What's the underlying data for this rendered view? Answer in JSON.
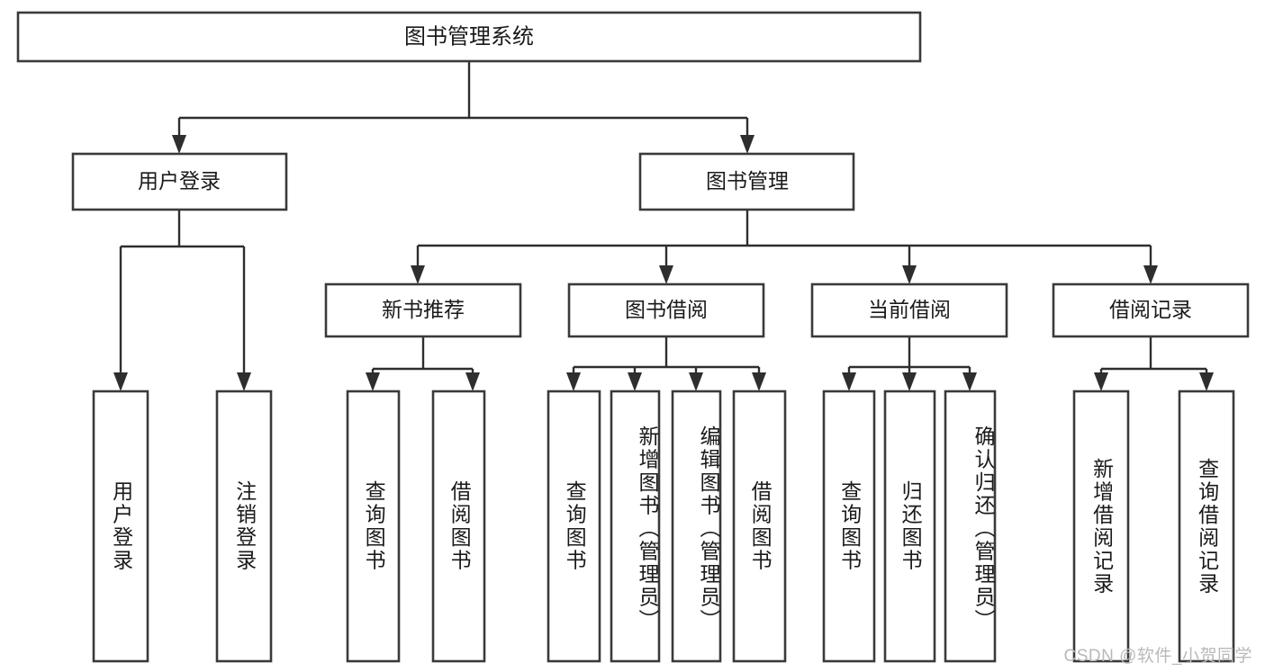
{
  "diagram": {
    "title": "图书管理系统",
    "type": "tree-hierarchy",
    "watermark": "CSDN @软件_小贺同学",
    "root": {
      "id": "root",
      "label": "图书管理系统",
      "orientation": "horizontal"
    },
    "level2": [
      {
        "id": "user-login",
        "label": "用户登录",
        "orientation": "horizontal"
      },
      {
        "id": "book-manage",
        "label": "图书管理",
        "orientation": "horizontal"
      }
    ],
    "level3": [
      {
        "id": "new-book-rec",
        "label": "新书推荐",
        "orientation": "horizontal",
        "parent": "book-manage"
      },
      {
        "id": "book-borrow",
        "label": "图书借阅",
        "orientation": "horizontal",
        "parent": "book-manage"
      },
      {
        "id": "current-borrow",
        "label": "当前借阅",
        "orientation": "horizontal",
        "parent": "book-manage"
      },
      {
        "id": "borrow-record",
        "label": "借阅记录",
        "orientation": "horizontal",
        "parent": "book-manage"
      }
    ],
    "leaves": [
      {
        "id": "leaf-user-login",
        "label": "用户登录",
        "parent": "user-login",
        "orientation": "vertical"
      },
      {
        "id": "leaf-user-logout",
        "label": "注销登录",
        "parent": "user-login",
        "orientation": "vertical"
      },
      {
        "id": "leaf-query-book-1",
        "label": "查询图书",
        "parent": "new-book-rec",
        "orientation": "vertical"
      },
      {
        "id": "leaf-borrow-book-1",
        "label": "借阅图书",
        "parent": "new-book-rec",
        "orientation": "vertical"
      },
      {
        "id": "leaf-query-book-2",
        "label": "查询图书",
        "parent": "book-borrow",
        "orientation": "vertical"
      },
      {
        "id": "leaf-add-book",
        "label": "新增图书（管理员）",
        "parent": "book-borrow",
        "orientation": "vertical"
      },
      {
        "id": "leaf-edit-book",
        "label": "编辑图书（管理员）",
        "parent": "book-borrow",
        "orientation": "vertical"
      },
      {
        "id": "leaf-borrow-book-2",
        "label": "借阅图书",
        "parent": "book-borrow",
        "orientation": "vertical"
      },
      {
        "id": "leaf-query-book-3",
        "label": "查询图书",
        "parent": "current-borrow",
        "orientation": "vertical"
      },
      {
        "id": "leaf-return-book",
        "label": "归还图书",
        "parent": "current-borrow",
        "orientation": "vertical"
      },
      {
        "id": "leaf-confirm-return",
        "label": "确认归还（管理员）",
        "parent": "current-borrow",
        "orientation": "vertical"
      },
      {
        "id": "leaf-add-record",
        "label": "新增借阅记录",
        "parent": "borrow-record",
        "orientation": "vertical"
      },
      {
        "id": "leaf-query-record",
        "label": "查询借阅记录",
        "parent": "borrow-record",
        "orientation": "vertical"
      }
    ],
    "colors": {
      "box_stroke": "#3a3a3a",
      "box_fill": "#ffffff",
      "connector": "#2e2e2e",
      "text": "#1a1a1a",
      "watermark": "#b9b9b9",
      "background": "#ffffff"
    }
  }
}
